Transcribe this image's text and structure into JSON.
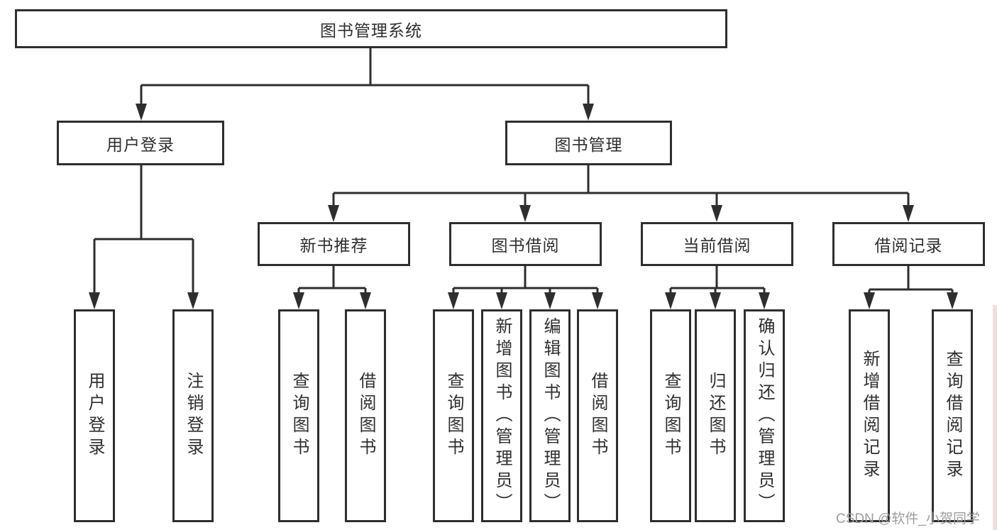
{
  "tree": {
    "label": "图书管理系统",
    "children": [
      {
        "label": "用户登录",
        "children": [
          {
            "label": "用户登录"
          },
          {
            "label": "注销登录"
          }
        ]
      },
      {
        "label": "图书管理",
        "children": [
          {
            "label": "新书推荐",
            "children": [
              {
                "label": "查询图书"
              },
              {
                "label": "借阅图书"
              }
            ]
          },
          {
            "label": "图书借阅",
            "children": [
              {
                "label": "查询图书"
              },
              {
                "label": "新增图书（管理员）"
              },
              {
                "label": "编辑图书（管理员）"
              },
              {
                "label": "借阅图书"
              }
            ]
          },
          {
            "label": "当前借阅",
            "children": [
              {
                "label": "查询图书"
              },
              {
                "label": "归还图书"
              },
              {
                "label": "确认归还（管理员）"
              }
            ]
          },
          {
            "label": "借阅记录",
            "children": [
              {
                "label": "新增借阅记录"
              },
              {
                "label": "查询借阅记录"
              }
            ]
          }
        ]
      }
    ]
  },
  "watermark": {
    "text": "CSDN @软件_小贺同学"
  },
  "colors": {
    "line": "#2e2e2e",
    "text": "#2f2f2f",
    "background": "#ffffff",
    "watermark": "#9d9d9d",
    "right_strip": "#f5dbdf"
  }
}
